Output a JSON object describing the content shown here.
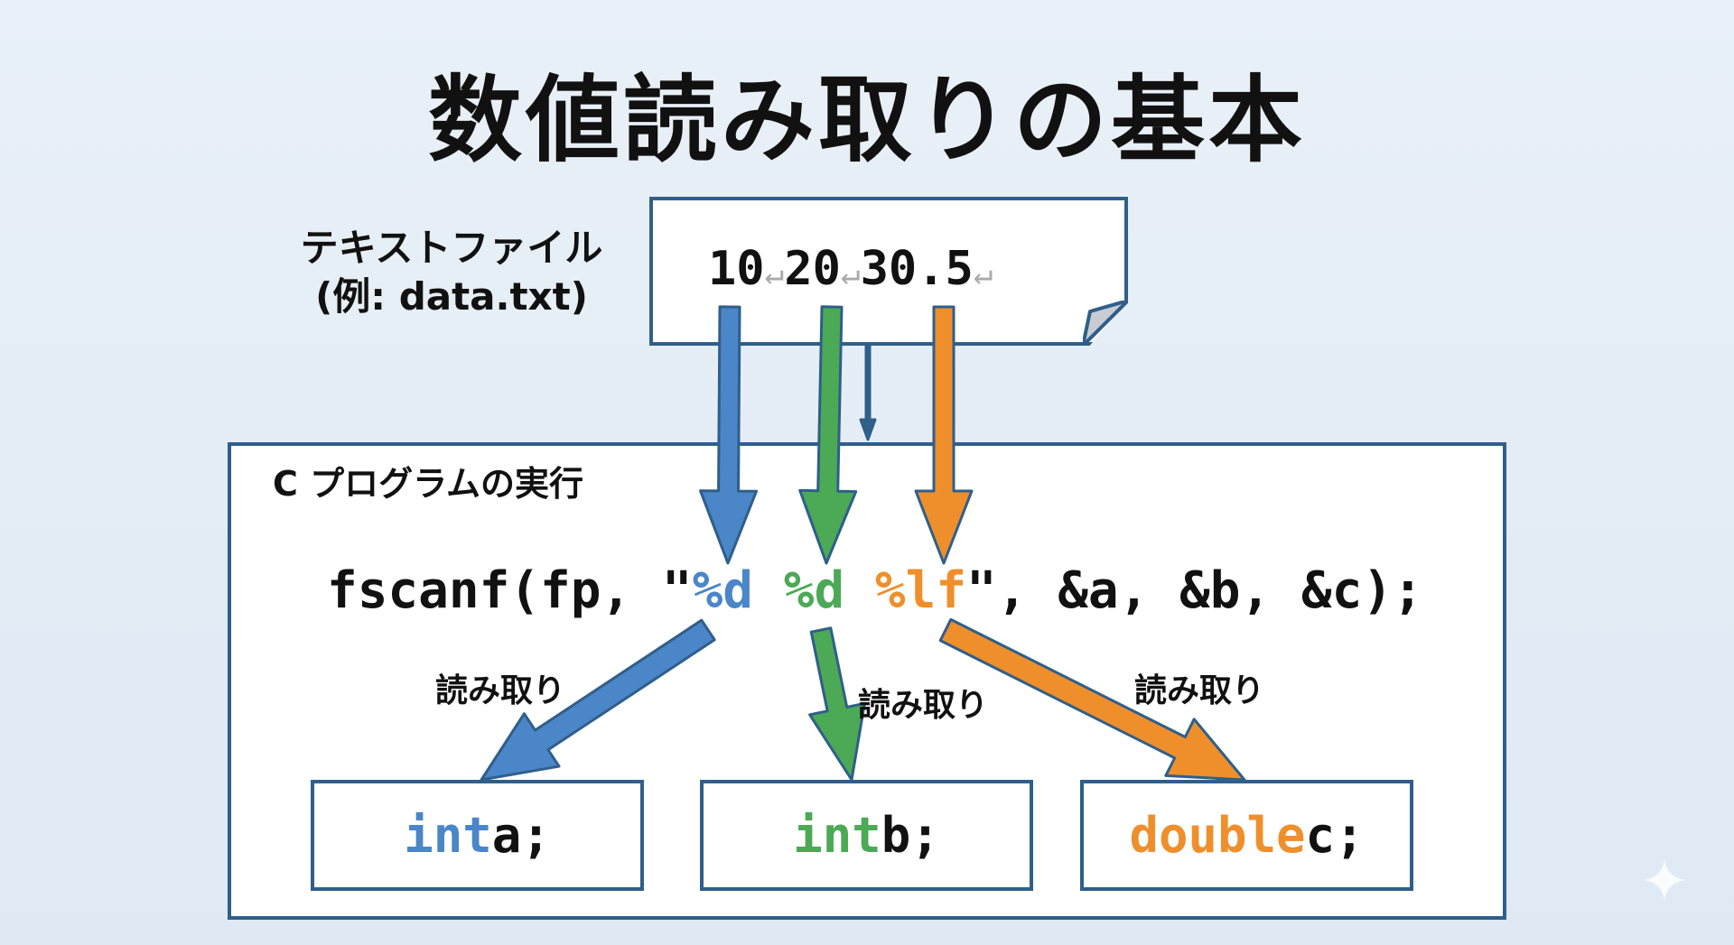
{
  "title": "数値読み取りの基本",
  "text_file": {
    "label_line1": "テキストファイル",
    "label_line2": "(例: data.txt)",
    "values": [
      "10",
      "20",
      "30.5"
    ],
    "newline_symbol": "↵"
  },
  "program": {
    "label": "C プログラムの実行",
    "code": {
      "prefix": "fscanf(fp, \"",
      "spec1": "%d",
      "spec2": "%d",
      "spec3": "%lf",
      "suffix": "\", &a, &b, &c);"
    },
    "read_label": "読み取り",
    "variables": [
      {
        "type": "int",
        "name": "a;",
        "color": "#4a86c8"
      },
      {
        "type": "int",
        "name": "b;",
        "color": "#4ca956"
      },
      {
        "type": "double",
        "name": "c;",
        "color": "#ef8f2c"
      }
    ]
  },
  "colors": {
    "blue": "#4a86c8",
    "green": "#4ca956",
    "orange": "#ef8f2c",
    "border": "#2f5f8a"
  }
}
